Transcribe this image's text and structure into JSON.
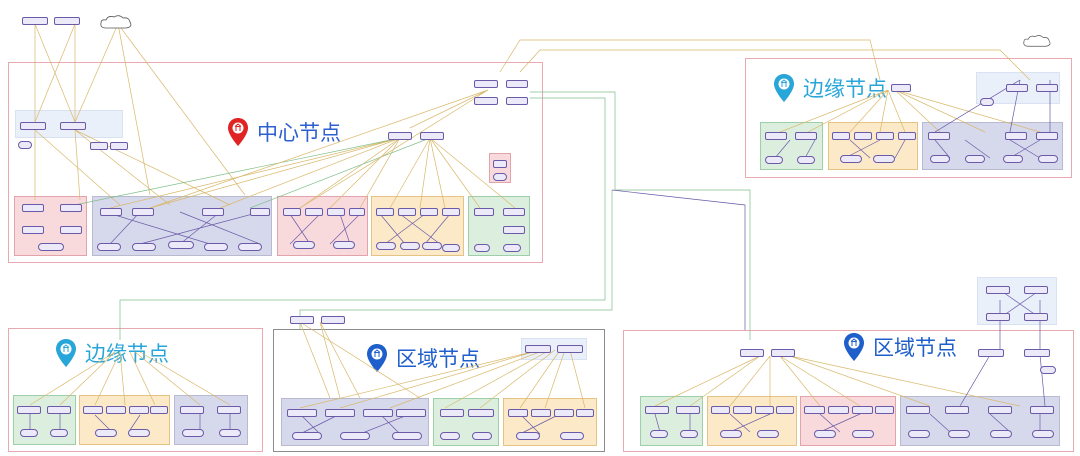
{
  "nodes": {
    "center": {
      "title": "中心节点",
      "color": "#e02424"
    },
    "edge_top_right": {
      "title": "边缘节点",
      "color": "#29a6d9"
    },
    "edge_bottom_left": {
      "title": "边缘节点",
      "color": "#29a6d9"
    },
    "region_bottom_mid": {
      "title": "区域节点",
      "color": "#1f5fcc"
    },
    "region_bottom_right": {
      "title": "区域节点",
      "color": "#1f5fcc"
    }
  },
  "icons": {
    "pin_red": "location-pin-icon",
    "pin_cyan": "location-pin-icon",
    "pin_blue": "location-pin-icon",
    "cloud": "cloud-icon"
  },
  "colors": {
    "region_border": "#e8a9b0",
    "lane_blue": "#d6d8ec",
    "lane_green": "#dcefdf",
    "lane_yellow": "#fbe9c7",
    "lane_pink": "#f8d9dc",
    "wire_yellow": "#d9b86a",
    "wire_green": "#7fbf8a",
    "wire_purple": "#6a5aa8"
  }
}
